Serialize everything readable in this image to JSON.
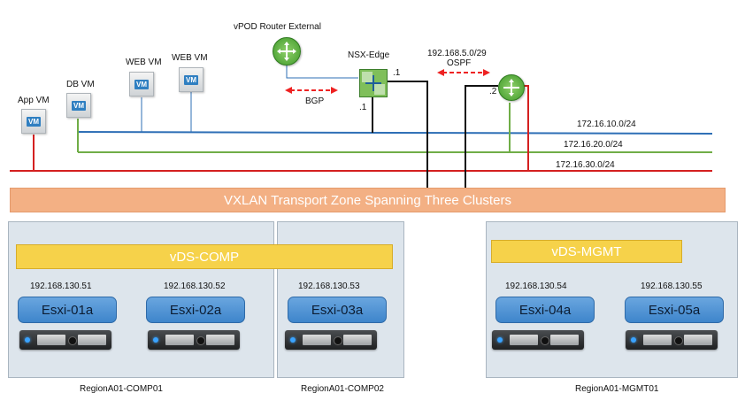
{
  "vms": {
    "app": {
      "name": "App VM",
      "badge": "VM"
    },
    "db": {
      "name": "DB VM",
      "badge": "VM"
    },
    "web1": {
      "name": "WEB VM",
      "badge": "VM"
    },
    "web2": {
      "name": "WEB VM",
      "badge": "VM"
    }
  },
  "routers": {
    "external": "vPOD Router External",
    "edge": "NSX-Edge"
  },
  "links": {
    "bgp": "BGP",
    "ospf_subnet": "192.168.5.0/29",
    "ospf": "OSPF",
    "edge_uplink": ".1",
    "edge_downlink": ".1",
    "router_port": ".2"
  },
  "networks": [
    {
      "subnet": "172.16.10.0/24",
      "color": "#2e6fb6"
    },
    {
      "subnet": "172.16.20.0/24",
      "color": "#70ad47"
    },
    {
      "subnet": "172.16.30.0/24",
      "color": "#d42020"
    }
  ],
  "transport_zone": "VXLAN Transport Zone Spanning Three Clusters",
  "vds": {
    "comp": "vDS-COMP",
    "mgmt": "vDS-MGMT"
  },
  "hosts": [
    {
      "ip": "192.168.130.51",
      "name": "Esxi-01a"
    },
    {
      "ip": "192.168.130.52",
      "name": "Esxi-02a"
    },
    {
      "ip": "192.168.130.53",
      "name": "Esxi-03a"
    },
    {
      "ip": "192.168.130.54",
      "name": "Esxi-04a"
    },
    {
      "ip": "192.168.130.55",
      "name": "Esxi-05a"
    }
  ],
  "clusters": [
    "RegionA01-COMP01",
    "RegionA01-COMP02",
    "RegionA01-MGMT01"
  ]
}
